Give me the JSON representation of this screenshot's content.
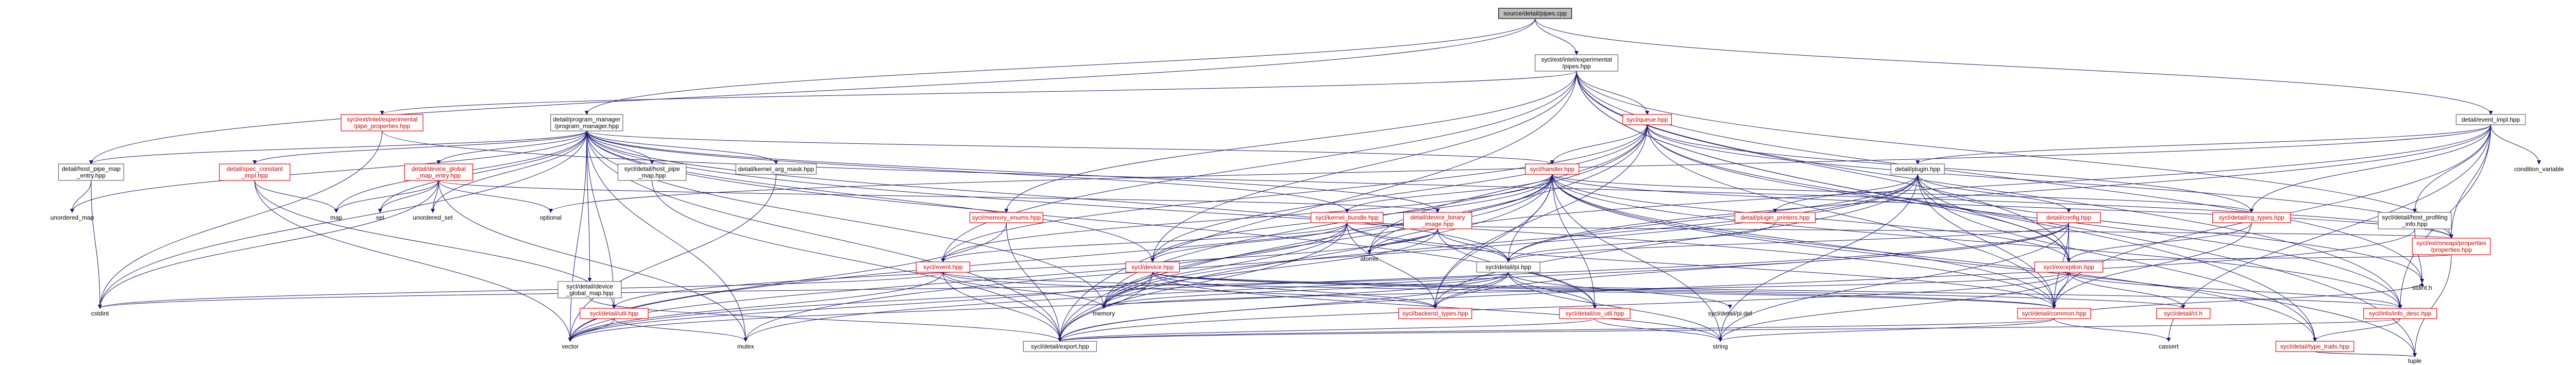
{
  "diagram": {
    "colors": {
      "edge": "#191970",
      "node_border": "#666666",
      "root_fill": "#bfbfbf",
      "red_border": "#ff0000",
      "red_text": "#c80000",
      "text": "#000000"
    },
    "nodes": [
      {
        "id": "root",
        "lines": [
          "source/detail/pipes.cpp"
        ],
        "style": "root"
      },
      {
        "id": "pipes_hpp",
        "lines": [
          "sycl/ext/intel/experimental",
          "/pipes.hpp"
        ],
        "style": "normal"
      },
      {
        "id": "pipe_properties",
        "lines": [
          "sycl/ext/intel/experimental",
          "/pipe_properties.hpp"
        ],
        "style": "red"
      },
      {
        "id": "program_manager",
        "lines": [
          "detail/program_manager",
          "/program_manager.hpp"
        ],
        "style": "normal"
      },
      {
        "id": "queue_hpp",
        "lines": [
          "sycl/queue.hpp"
        ],
        "style": "red"
      },
      {
        "id": "event_impl",
        "lines": [
          "detail/event_impl.hpp"
        ],
        "style": "normal"
      },
      {
        "id": "host_pipe_map_entry",
        "lines": [
          "detail/host_pipe_map",
          "_entry.hpp"
        ],
        "style": "normal"
      },
      {
        "id": "spec_constant_impl",
        "lines": [
          "detail/spec_constant",
          "_impl.hpp"
        ],
        "style": "red"
      },
      {
        "id": "device_global_map_entry",
        "lines": [
          "detail/device_global",
          "_map_entry.hpp"
        ],
        "style": "red"
      },
      {
        "id": "host_pipe_map",
        "lines": [
          "sycl/detail/host_pipe",
          "_map.hpp"
        ],
        "style": "normal"
      },
      {
        "id": "kernel_arg_mask",
        "lines": [
          "detail/kernel_arg_mask.hpp"
        ],
        "style": "normal"
      },
      {
        "id": "handler_hpp",
        "lines": [
          "sycl/handler.hpp"
        ],
        "style": "red"
      },
      {
        "id": "plugin_hpp",
        "lines": [
          "detail/plugin.hpp"
        ],
        "style": "normal"
      },
      {
        "id": "condition_variable",
        "lines": [
          "condition_variable"
        ],
        "style": "plain"
      },
      {
        "id": "memory_enums",
        "lines": [
          "sycl/memory_enums.hpp"
        ],
        "style": "red"
      },
      {
        "id": "kernel_bundle",
        "lines": [
          "sycl/kernel_bundle.hpp"
        ],
        "style": "red"
      },
      {
        "id": "device_binary_image",
        "lines": [
          "detail/device_binary",
          "_image.hpp"
        ],
        "style": "red"
      },
      {
        "id": "plugin_printers",
        "lines": [
          "detail/plugin_printers.hpp"
        ],
        "style": "red"
      },
      {
        "id": "config_hpp",
        "lines": [
          "detail/config.hpp"
        ],
        "style": "red"
      },
      {
        "id": "cg_types",
        "lines": [
          "sycl/detail/cg_types.hpp"
        ],
        "style": "red"
      },
      {
        "id": "host_profiling_info",
        "lines": [
          "sycl/detail/host_profiling",
          "_info.hpp"
        ],
        "style": "normal"
      },
      {
        "id": "properties_hpp",
        "lines": [
          "sycl/ext/oneapi/properties",
          "/properties.hpp"
        ],
        "style": "red"
      },
      {
        "id": "unordered_map",
        "lines": [
          "unordered_map"
        ],
        "style": "plain"
      },
      {
        "id": "map",
        "lines": [
          "map"
        ],
        "style": "plain"
      },
      {
        "id": "set",
        "lines": [
          "set"
        ],
        "style": "plain"
      },
      {
        "id": "unordered_set",
        "lines": [
          "unordered_set"
        ],
        "style": "plain"
      },
      {
        "id": "optional",
        "lines": [
          "optional"
        ],
        "style": "plain"
      },
      {
        "id": "device_global_map",
        "lines": [
          "sycl/detail/device",
          "_global_map.hpp"
        ],
        "style": "normal"
      },
      {
        "id": "atomic",
        "lines": [
          "atomic"
        ],
        "style": "plain"
      },
      {
        "id": "pi_hpp",
        "lines": [
          "sycl/detail/pi.hpp"
        ],
        "style": "normal"
      },
      {
        "id": "exception_hpp",
        "lines": [
          "sycl/exception.hpp"
        ],
        "style": "red"
      },
      {
        "id": "event_hpp",
        "lines": [
          "sycl/event.hpp"
        ],
        "style": "red"
      },
      {
        "id": "device_hpp",
        "lines": [
          "sycl/device.hpp"
        ],
        "style": "red"
      },
      {
        "id": "cstdint",
        "lines": [
          "cstdint"
        ],
        "style": "plain"
      },
      {
        "id": "util_hpp",
        "lines": [
          "sycl/detail/util.hpp"
        ],
        "style": "red"
      },
      {
        "id": "memory",
        "lines": [
          "memory"
        ],
        "style": "plain"
      },
      {
        "id": "backend_types",
        "lines": [
          "sycl/backend_types.hpp"
        ],
        "style": "red"
      },
      {
        "id": "os_util",
        "lines": [
          "sycl/detail/os_util.hpp"
        ],
        "style": "red"
      },
      {
        "id": "pi_def",
        "lines": [
          "sycl/detail/pi.def"
        ],
        "style": "plain"
      },
      {
        "id": "common_hpp",
        "lines": [
          "sycl/detail/common.hpp"
        ],
        "style": "red"
      },
      {
        "id": "cl_h",
        "lines": [
          "sycl/detail/cl.h"
        ],
        "style": "red"
      },
      {
        "id": "info_desc",
        "lines": [
          "sycl/info/info_desc.hpp"
        ],
        "style": "red"
      },
      {
        "id": "stdint_h",
        "lines": [
          "stdint.h"
        ],
        "style": "plain"
      },
      {
        "id": "mutex",
        "lines": [
          "mutex"
        ],
        "style": "plain"
      },
      {
        "id": "vector",
        "lines": [
          "vector"
        ],
        "style": "plain"
      },
      {
        "id": "export_hpp",
        "lines": [
          "sycl/detail/export.hpp"
        ],
        "style": "normal"
      },
      {
        "id": "string",
        "lines": [
          "string"
        ],
        "style": "plain"
      },
      {
        "id": "cassert",
        "lines": [
          "cassert"
        ],
        "style": "plain"
      },
      {
        "id": "type_traits",
        "lines": [
          "sycl/detail/type_traits.hpp"
        ],
        "style": "red"
      },
      {
        "id": "tuple",
        "lines": [
          "tuple"
        ],
        "style": "plain"
      }
    ],
    "edges": [
      [
        "root",
        "pipes_hpp"
      ],
      [
        "root",
        "program_manager"
      ],
      [
        "root",
        "host_pipe_map_entry"
      ],
      [
        "root",
        "event_impl"
      ],
      [
        "pipes_hpp",
        "pipe_properties"
      ],
      [
        "pipes_hpp",
        "queue_hpp"
      ],
      [
        "pipes_hpp",
        "export_hpp"
      ],
      [
        "pipes_hpp",
        "event_hpp"
      ],
      [
        "pipes_hpp",
        "device_hpp"
      ],
      [
        "pipes_hpp",
        "memory_enums"
      ],
      [
        "pipes_hpp",
        "properties_hpp"
      ],
      [
        "pipes_hpp",
        "info_desc"
      ],
      [
        "pipes_hpp",
        "stdint_h"
      ],
      [
        "pipes_hpp",
        "tuple"
      ],
      [
        "pipes_hpp",
        "type_traits"
      ],
      [
        "pipes_hpp",
        "exception_hpp"
      ],
      [
        "pipe_properties",
        "cstdint"
      ],
      [
        "pipe_properties",
        "properties_hpp"
      ],
      [
        "program_manager",
        "host_pipe_map_entry"
      ],
      [
        "program_manager",
        "spec_constant_impl"
      ],
      [
        "program_manager",
        "device_global_map_entry"
      ],
      [
        "program_manager",
        "host_pipe_map"
      ],
      [
        "program_manager",
        "kernel_arg_mask"
      ],
      [
        "program_manager",
        "device_binary_image"
      ],
      [
        "program_manager",
        "handler_hpp"
      ],
      [
        "program_manager",
        "kernel_bundle"
      ],
      [
        "program_manager",
        "device_hpp"
      ],
      [
        "program_manager",
        "pi_hpp"
      ],
      [
        "program_manager",
        "common_hpp"
      ],
      [
        "program_manager",
        "export_hpp"
      ],
      [
        "program_manager",
        "cstdint"
      ],
      [
        "program_manager",
        "map"
      ],
      [
        "program_manager",
        "set"
      ],
      [
        "program_manager",
        "unordered_map"
      ],
      [
        "program_manager",
        "unordered_set"
      ],
      [
        "program_manager",
        "vector"
      ],
      [
        "program_manager",
        "memory"
      ],
      [
        "program_manager",
        "mutex"
      ],
      [
        "program_manager",
        "device_global_map"
      ],
      [
        "program_manager",
        "os_util"
      ],
      [
        "program_manager",
        "util_hpp"
      ],
      [
        "host_pipe_map_entry",
        "cstdint"
      ],
      [
        "host_pipe_map_entry",
        "unordered_map"
      ],
      [
        "spec_constant_impl",
        "map"
      ],
      [
        "spec_constant_impl",
        "vector"
      ],
      [
        "spec_constant_impl",
        "util_hpp"
      ],
      [
        "device_global_map_entry",
        "cstdint"
      ],
      [
        "device_global_map_entry",
        "map"
      ],
      [
        "device_global_map_entry",
        "unordered_set"
      ],
      [
        "device_global_map_entry",
        "optional"
      ],
      [
        "device_global_map_entry",
        "set"
      ],
      [
        "device_global_map_entry",
        "device_binary_image"
      ],
      [
        "device_global_map_entry",
        "mutex"
      ],
      [
        "host_pipe_map",
        "export_hpp"
      ],
      [
        "kernel_arg_mask",
        "vector"
      ],
      [
        "device_global_map",
        "export_hpp"
      ],
      [
        "queue_hpp",
        "handler_hpp"
      ],
      [
        "queue_hpp",
        "event_hpp"
      ],
      [
        "queue_hpp",
        "device_hpp"
      ],
      [
        "queue_hpp",
        "exception_hpp"
      ],
      [
        "queue_hpp",
        "info_desc"
      ],
      [
        "queue_hpp",
        "properties_hpp"
      ],
      [
        "queue_hpp",
        "export_hpp"
      ],
      [
        "queue_hpp",
        "common_hpp"
      ],
      [
        "queue_hpp",
        "backend_types"
      ],
      [
        "queue_hpp",
        "memory"
      ],
      [
        "queue_hpp",
        "cg_types"
      ],
      [
        "queue_hpp",
        "atomic"
      ],
      [
        "handler_hpp",
        "event_hpp"
      ],
      [
        "handler_hpp",
        "kernel_bundle"
      ],
      [
        "handler_hpp",
        "cg_types"
      ],
      [
        "handler_hpp",
        "pi_hpp"
      ],
      [
        "handler_hpp",
        "common_hpp"
      ],
      [
        "handler_hpp",
        "export_hpp"
      ],
      [
        "handler_hpp",
        "exception_hpp"
      ],
      [
        "handler_hpp",
        "memory"
      ],
      [
        "handler_hpp",
        "string"
      ],
      [
        "handler_hpp",
        "vector"
      ],
      [
        "handler_hpp",
        "tuple"
      ],
      [
        "handler_hpp",
        "type_traits"
      ],
      [
        "handler_hpp",
        "os_util"
      ],
      [
        "handler_hpp",
        "properties_hpp"
      ],
      [
        "handler_hpp",
        "info_desc"
      ],
      [
        "handler_hpp",
        "atomic"
      ],
      [
        "handler_hpp",
        "device_hpp"
      ],
      [
        "handler_hpp",
        "backend_types"
      ],
      [
        "event_impl",
        "plugin_hpp"
      ],
      [
        "event_impl",
        "condition_variable"
      ],
      [
        "event_impl",
        "atomic"
      ],
      [
        "event_impl",
        "cg_types"
      ],
      [
        "event_impl",
        "host_profiling_info"
      ],
      [
        "event_impl",
        "common_hpp"
      ],
      [
        "event_impl",
        "properties_hpp"
      ],
      [
        "event_impl",
        "pi_hpp"
      ],
      [
        "event_impl",
        "info_desc"
      ],
      [
        "event_impl",
        "cassert"
      ],
      [
        "event_impl",
        "optional"
      ],
      [
        "plugin_hpp",
        "plugin_printers"
      ],
      [
        "plugin_hpp",
        "config_hpp"
      ],
      [
        "plugin_hpp",
        "pi_hpp"
      ],
      [
        "plugin_hpp",
        "common_hpp"
      ],
      [
        "plugin_hpp",
        "backend_types"
      ],
      [
        "plugin_hpp",
        "exception_hpp"
      ],
      [
        "plugin_hpp",
        "memory"
      ],
      [
        "plugin_hpp",
        "mutex"
      ],
      [
        "plugin_hpp",
        "stdint_h"
      ],
      [
        "plugin_hpp",
        "string"
      ],
      [
        "plugin_hpp",
        "type_traits"
      ],
      [
        "plugin_printers",
        "pi_hpp"
      ],
      [
        "config_hpp",
        "pi_hpp"
      ],
      [
        "config_hpp",
        "exception_hpp"
      ],
      [
        "config_hpp",
        "string"
      ],
      [
        "config_hpp",
        "mutex"
      ],
      [
        "config_hpp",
        "common_hpp"
      ],
      [
        "config_hpp",
        "backend_types"
      ],
      [
        "config_hpp",
        "vector"
      ],
      [
        "memory_enums",
        "export_hpp"
      ],
      [
        "memory_enums",
        "vector"
      ],
      [
        "kernel_bundle",
        "device_hpp"
      ],
      [
        "kernel_bundle",
        "event_hpp"
      ],
      [
        "kernel_bundle",
        "pi_hpp"
      ],
      [
        "kernel_bundle",
        "export_hpp"
      ],
      [
        "kernel_bundle",
        "memory"
      ],
      [
        "kernel_bundle",
        "vector"
      ],
      [
        "kernel_bundle",
        "common_hpp"
      ],
      [
        "kernel_bundle",
        "properties_hpp"
      ],
      [
        "kernel_bundle",
        "backend_types"
      ],
      [
        "device_binary_image",
        "pi_hpp"
      ],
      [
        "device_binary_image",
        "util_hpp"
      ],
      [
        "device_binary_image",
        "atomic"
      ],
      [
        "device_binary_image",
        "memory"
      ],
      [
        "device_binary_image",
        "os_util"
      ],
      [
        "cg_types",
        "common_hpp"
      ],
      [
        "cg_types",
        "exception_hpp"
      ],
      [
        "host_profiling_info",
        "export_hpp"
      ],
      [
        "host_profiling_info",
        "stdint_h"
      ],
      [
        "properties_hpp",
        "tuple"
      ],
      [
        "properties_hpp",
        "exception_hpp"
      ],
      [
        "event_hpp",
        "backend_types"
      ],
      [
        "event_hpp",
        "common_hpp"
      ],
      [
        "event_hpp",
        "export_hpp"
      ],
      [
        "event_hpp",
        "memory"
      ],
      [
        "event_hpp",
        "vector"
      ],
      [
        "event_hpp",
        "cstdint"
      ],
      [
        "device_hpp",
        "backend_types"
      ],
      [
        "device_hpp",
        "export_hpp"
      ],
      [
        "device_hpp",
        "memory"
      ],
      [
        "device_hpp",
        "vector"
      ],
      [
        "device_hpp",
        "string"
      ],
      [
        "device_hpp",
        "info_desc"
      ],
      [
        "device_hpp",
        "common_hpp"
      ],
      [
        "device_hpp",
        "cl_h"
      ],
      [
        "pi_hpp",
        "backend_types"
      ],
      [
        "pi_hpp",
        "export_hpp"
      ],
      [
        "pi_hpp",
        "os_util"
      ],
      [
        "pi_hpp",
        "pi_def"
      ],
      [
        "pi_hpp",
        "memory"
      ],
      [
        "pi_hpp",
        "string"
      ],
      [
        "pi_hpp",
        "vector"
      ],
      [
        "pi_hpp",
        "cstdint"
      ],
      [
        "pi_hpp",
        "sstream_stub"
      ],
      [
        "exception_hpp",
        "common_hpp"
      ],
      [
        "exception_hpp",
        "export_hpp"
      ],
      [
        "exception_hpp",
        "cl_h"
      ],
      [
        "exception_hpp",
        "memory"
      ],
      [
        "exception_hpp",
        "string"
      ],
      [
        "exception_hpp",
        "info_desc"
      ],
      [
        "util_hpp",
        "mutex"
      ],
      [
        "util_hpp",
        "vector"
      ],
      [
        "os_util",
        "string"
      ],
      [
        "os_util",
        "export_hpp"
      ],
      [
        "common_hpp",
        "export_hpp"
      ],
      [
        "common_hpp",
        "cassert"
      ],
      [
        "common_hpp",
        "string"
      ],
      [
        "common_hpp",
        "stdint_h"
      ],
      [
        "info_desc",
        "type_traits"
      ],
      [
        "info_desc",
        "export_hpp"
      ],
      [
        "type_traits",
        "tuple"
      ]
    ]
  }
}
